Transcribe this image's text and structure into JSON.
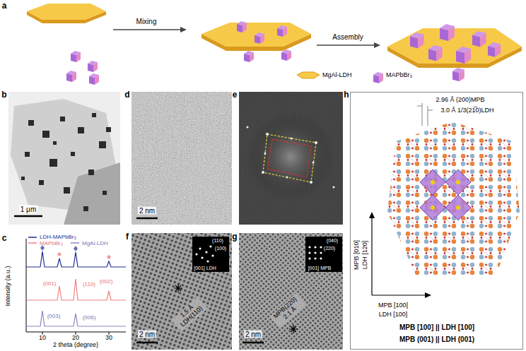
{
  "diagram": {
    "nodes": [
      {
        "text": [
          "1.5 Å LDH(110)"
        ]
      },
      {
        "text": [
          "(110)",
          "(100)",
          "[001] LDH"
        ]
      },
      {
        "text": [
          "MPB(220) 2.1 Å"
        ]
      },
      {
        "text": [
          "(040)",
          "(220)",
          "[001] MPB"
        ]
      },
      {
        "text": [
          "2.96 Å (200)MPB",
          "3.0 Å 1/3(21̅0)LDH",
          "MPB [010]",
          "LDH [120]",
          "MPB [100]",
          "LDH [100]",
          "MPB [100] || LDH [100]",
          "MPB (001) || LDH (001)"
        ]
      }
    ],
    "labels": [
      "a",
      "Mixing",
      "Assembly",
      "b",
      "1 μm",
      "c",
      "Intensity (a.u.)",
      "2 theta (degree)",
      "10",
      "20",
      "30",
      "(001)",
      "(110)",
      "(002)",
      "(003)",
      "(006)",
      "d",
      "2 nm",
      "e",
      "f",
      "2 nm",
      "g",
      "2 nm",
      "h"
    ],
    "legend": [
      {
        "text": "MgAl-LDH"
      },
      {
        "text": "MAPbBr₃"
      },
      {
        "text": "LDH-MAPbBr₃"
      },
      {
        "text": "MAPbBr₃"
      },
      {
        "text": "MgAl-LDH"
      }
    ]
  }
}
